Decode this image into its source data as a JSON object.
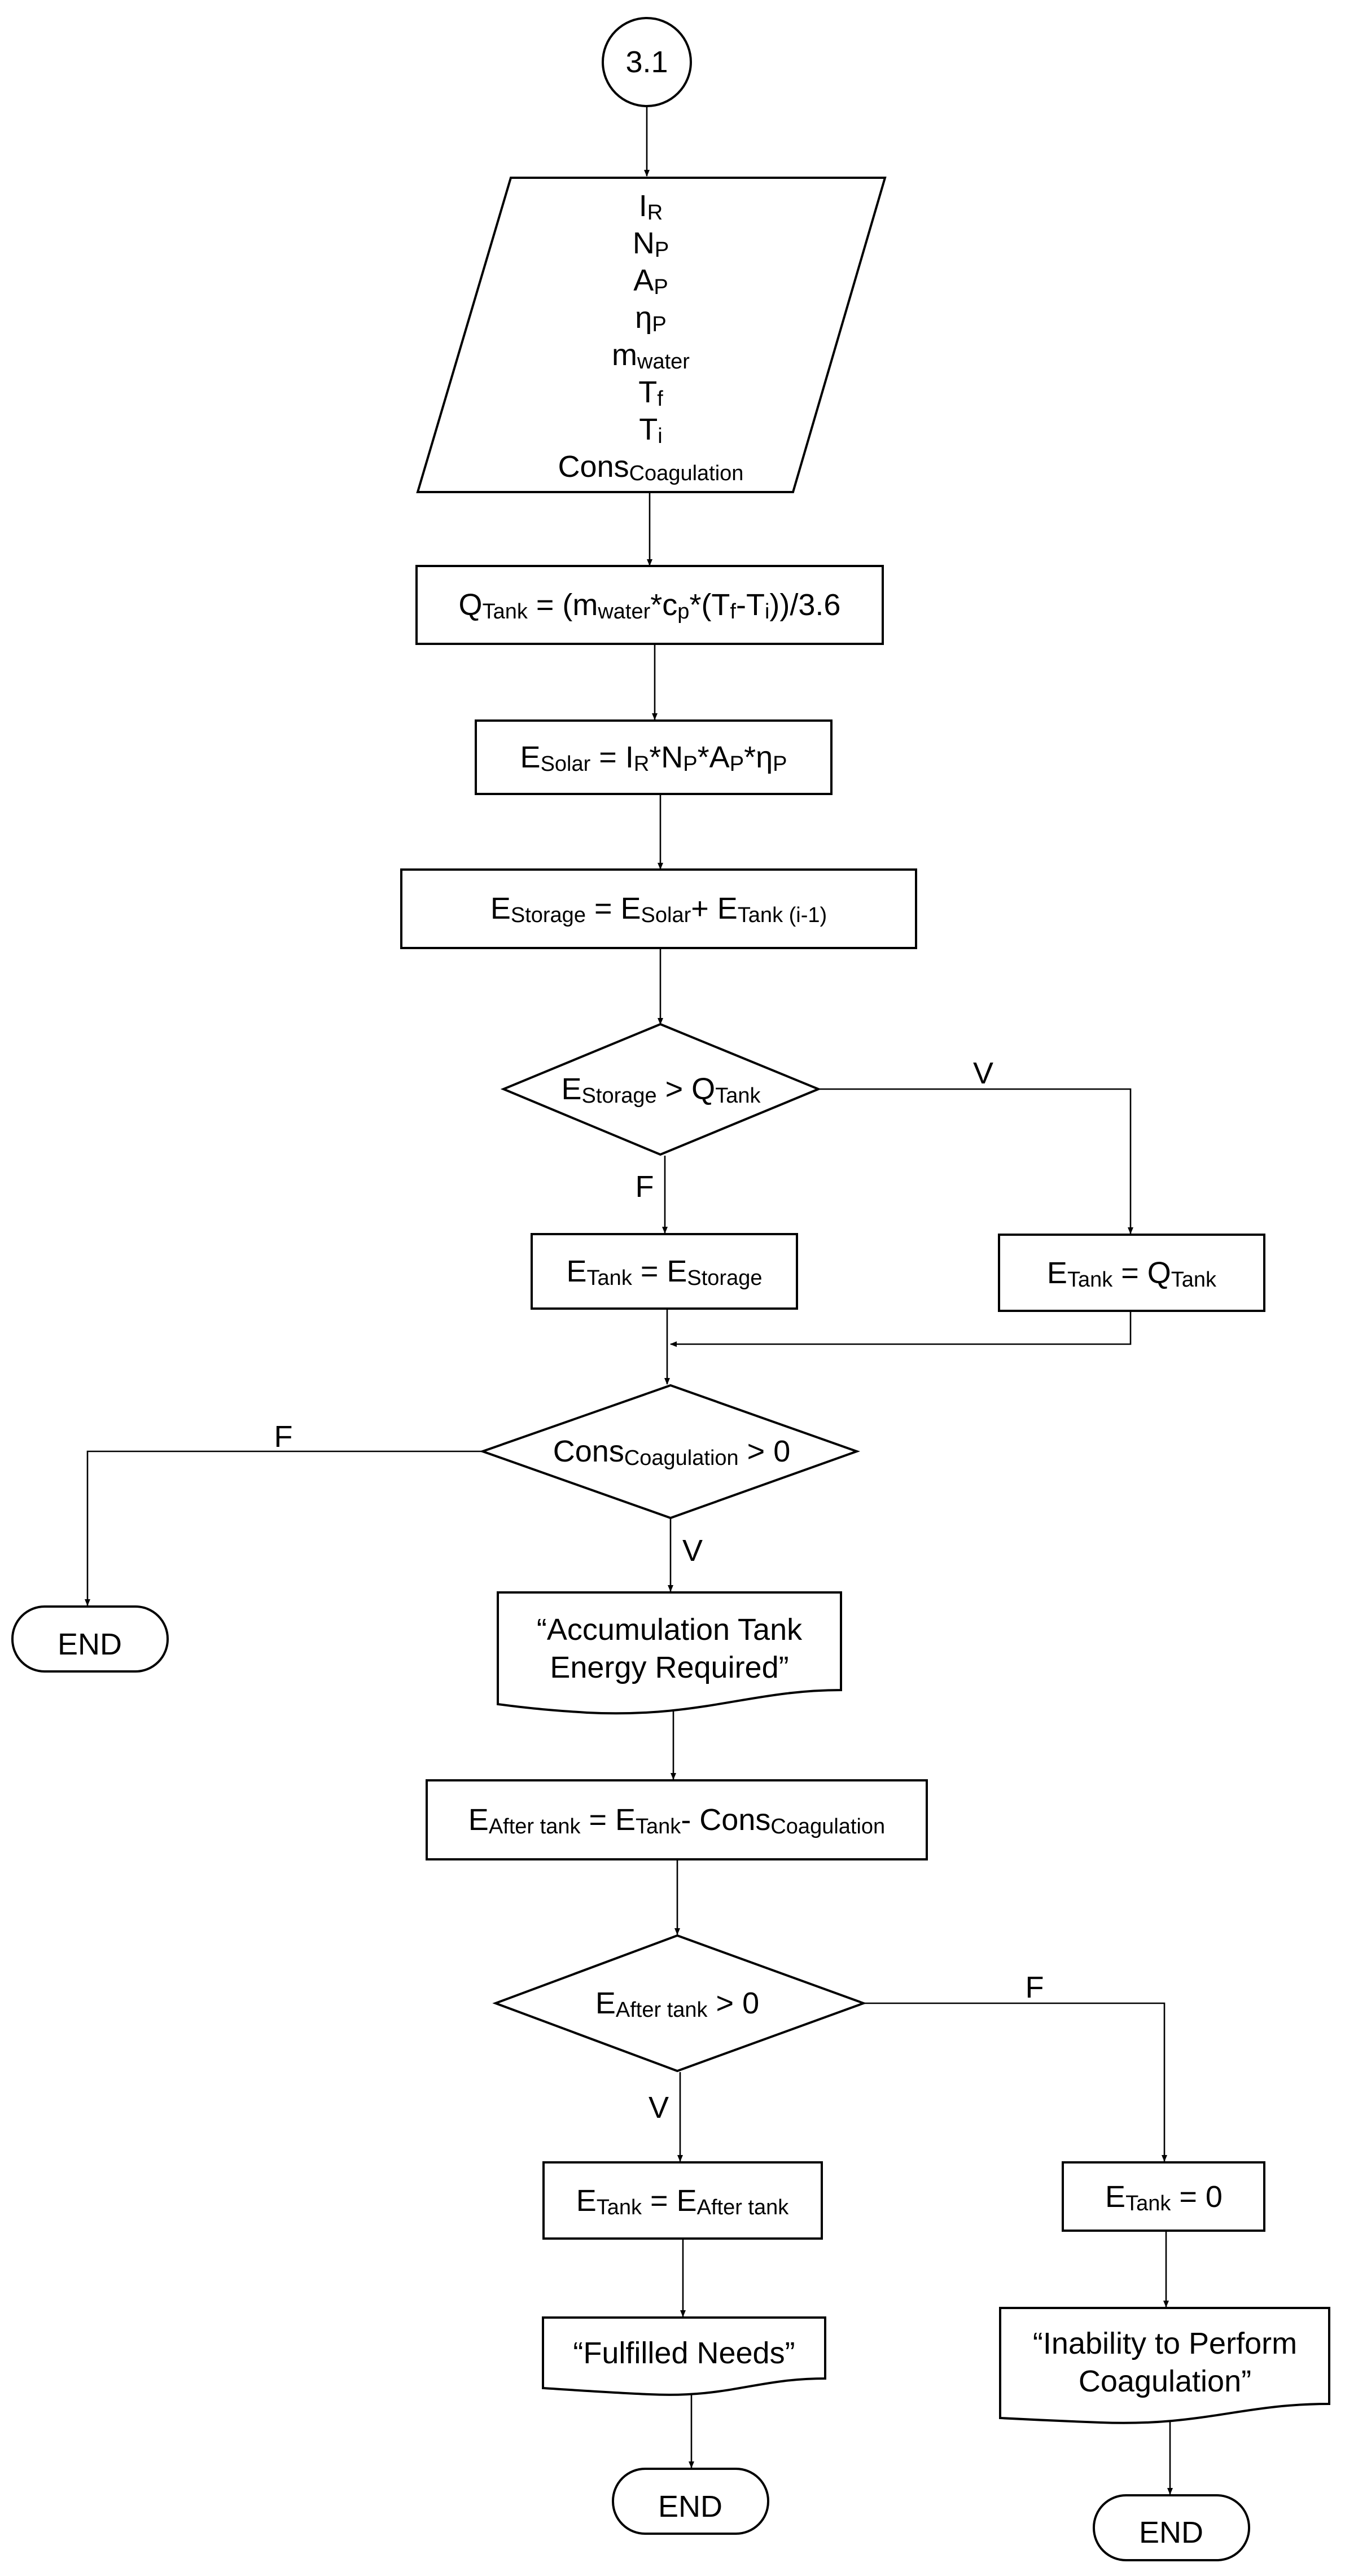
{
  "connector": {
    "label": "3.1"
  },
  "inputs": [
    {
      "main": "I",
      "sub": "R"
    },
    {
      "main": "N",
      "sub": "P"
    },
    {
      "main": "A",
      "sub": "P"
    },
    {
      "main": "η",
      "sub": "P"
    },
    {
      "main": "m",
      "sub": "water"
    },
    {
      "main": "T",
      "sub": "f"
    },
    {
      "main": "T",
      "sub": "i"
    },
    {
      "main": "Cons",
      "sub": "Coagulation"
    }
  ],
  "q_tank_formula": {
    "p1": "Q",
    "s1": "Tank",
    "p2": " = (m",
    "s2": "water",
    "p3": "*c",
    "s3": "p",
    "p4": "*(T",
    "s4": "f",
    "p5": "-T",
    "s5": "i",
    "p6": "))/3.6"
  },
  "e_solar_formula": {
    "p1": "E",
    "s1": "Solar",
    "p2": " = I",
    "s2": "R",
    "p3": "*N",
    "s3": "P",
    "p4": "*A",
    "s4": "P",
    "p5": "*η",
    "s5": "P"
  },
  "e_storage_formula": {
    "p1": "E",
    "s1": "Storage",
    "p2": " = E",
    "s2": "Solar",
    "p3": "+ E",
    "s3": "Tank (i-1)"
  },
  "decision_storage": {
    "p1": "E",
    "s1": "Storage",
    "p2": " > Q",
    "s2": "Tank",
    "true_label": "V",
    "false_label": "F"
  },
  "assign_storage": {
    "p1": "E",
    "s1": "Tank",
    "p2": " = E",
    "s2": "Storage"
  },
  "assign_qtank": {
    "p1": "E",
    "s1": "Tank",
    "p2": " = Q",
    "s2": "Tank"
  },
  "decision_coag": {
    "p1": "Cons",
    "s1": "Coagulation",
    "p2": " > 0",
    "true_label": "V",
    "false_label": "F"
  },
  "end_left": {
    "label": "END"
  },
  "doc_accumulation": {
    "line1": "“Accumulation Tank",
    "line2": "Energy Required”"
  },
  "after_tank_formula": {
    "p1": "E",
    "s1": "After tank",
    "p2": " = E",
    "s2": "Tank",
    "p3": "- Cons",
    "s3": "Coagulation"
  },
  "decision_after": {
    "p1": "E",
    "s1": "After tank",
    "p2": " > 0",
    "true_label": "V",
    "false_label": "F"
  },
  "assign_after": {
    "p1": "E",
    "s1": "Tank",
    "p2": " = E",
    "s2": "After tank"
  },
  "assign_zero": {
    "p1": "E",
    "s1": "Tank",
    "p2": " = 0"
  },
  "doc_fulfilled": {
    "line1": "“Fulfilled Needs”"
  },
  "doc_inability": {
    "line1": "“Inability to Perform",
    "line2": "Coagulation”"
  },
  "end_mid": {
    "label": "END"
  },
  "end_right": {
    "label": "END"
  }
}
